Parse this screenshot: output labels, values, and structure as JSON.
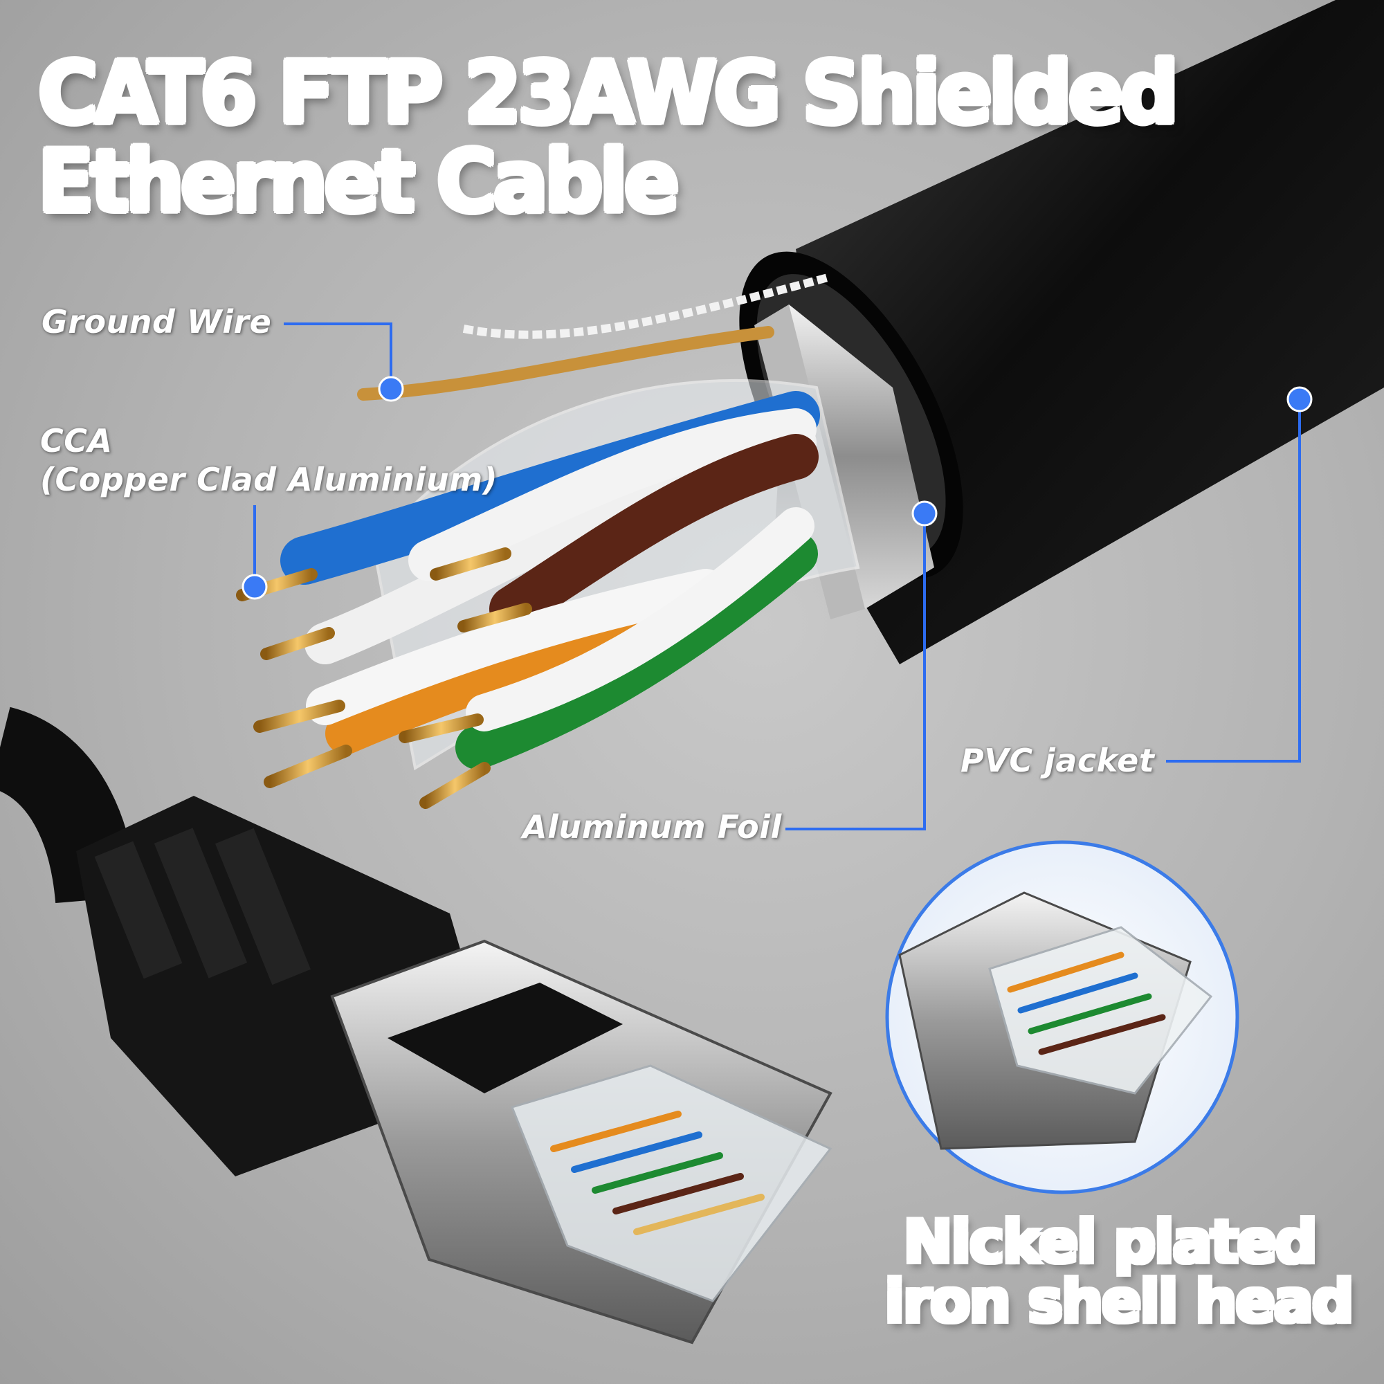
{
  "title": {
    "line1": "CAT6 FTP 23AWG Shielded",
    "line2": "Ethernet Cable"
  },
  "labels": {
    "ground_wire": "Ground Wire",
    "cca": "CCA",
    "cca_full": "(Copper Clad Aluminium)",
    "aluminum_foil": "Aluminum Foil",
    "pvc_jacket": "PVC jacket"
  },
  "inset_caption": {
    "line1": "Nickel plated",
    "line2": "iron shell head"
  },
  "colors": {
    "title_blue": "#2f6ff0",
    "callout_blue": "#2d6cf0",
    "background_gray": "#b3b3b3",
    "jacket_black": "#141414"
  },
  "icons": [
    "cable-cross-section",
    "rj45-connector",
    "connector-closeup-inset"
  ]
}
